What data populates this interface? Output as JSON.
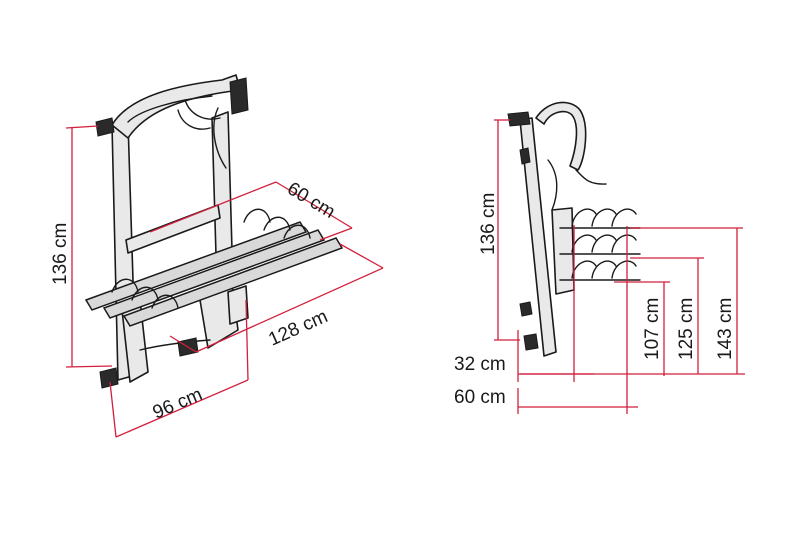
{
  "colors": {
    "dimension_line": "#d21f3c",
    "outline": "#1a1a1a",
    "metal_fill": "#e9e9e9",
    "background": "#ffffff"
  },
  "perspective_view": {
    "height_label": "136 cm",
    "depth_label": "60 cm",
    "length_label": "128 cm",
    "width_label": "96 cm"
  },
  "side_view": {
    "height_label": "136 cm",
    "offset_32_label": "32 cm",
    "offset_60_label": "60 cm",
    "rail_heights": [
      {
        "label": "107 cm"
      },
      {
        "label": "125 cm"
      },
      {
        "label": "143 cm"
      }
    ]
  }
}
